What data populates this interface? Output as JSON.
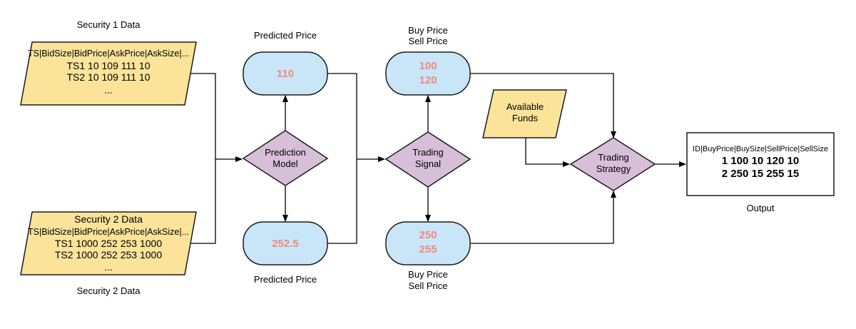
{
  "colors": {
    "data_fill": "#fbe49a",
    "terminal_fill": "#c9e6f8",
    "decision_fill": "#d8bfd9",
    "value_text": "#f08a7e",
    "stroke": "#1a1a1a"
  },
  "security1": {
    "title": "Security 1 Data",
    "header": "TS|BidSize|BidPrice|AskPrice|AskSize|...",
    "rows": [
      "TS1 10 109 111 10",
      "TS2 10 109 111 10",
      "..."
    ]
  },
  "security2": {
    "title_inside": "Security 2 Data",
    "header": "TS|BidSize|BidPrice|AskPrice|AskSize|...",
    "rows": [
      "TS1 1000 252 253 1000",
      "TS2 1000 252 253 1000",
      "..."
    ],
    "title_below": "Security 2 Data"
  },
  "prediction_model": {
    "line1": "Prediction",
    "line2": "Model"
  },
  "predicted_top": {
    "label": "Predicted Price",
    "value": "110"
  },
  "predicted_bottom": {
    "label": "Predicted Price",
    "value": "252.5"
  },
  "trading_signal": {
    "line1": "Trading",
    "line2": "Signal"
  },
  "signal_top": {
    "label1": "Buy Price",
    "label2": "Sell Price",
    "buy": "100",
    "sell": "120"
  },
  "signal_bottom": {
    "label1": "Buy Price",
    "label2": "Sell Price",
    "buy": "250",
    "sell": "255"
  },
  "available_funds": {
    "line1": "Available",
    "line2": "Funds"
  },
  "trading_strategy": {
    "line1": "Trading",
    "line2": "Strategy"
  },
  "output": {
    "header": "ID|BuyPrice|BuySize|SellPrice|SellSize",
    "rows": [
      "1 100 10 120 10",
      "2 250 15 255 15"
    ],
    "label": "Output"
  }
}
